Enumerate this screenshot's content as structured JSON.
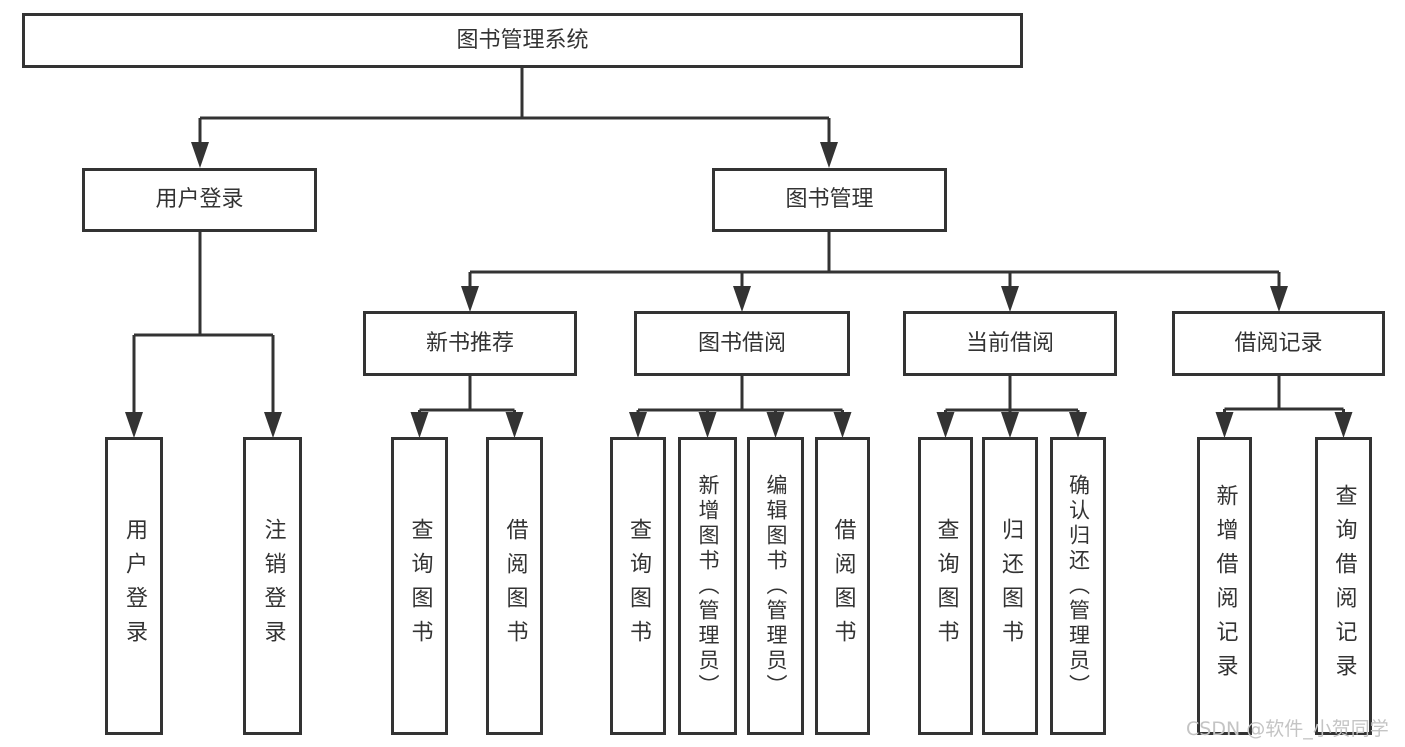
{
  "tree": {
    "root": {
      "label": "图书管理系统"
    },
    "children": [
      {
        "label": "用户登录",
        "children": [
          {
            "label": "用户登录"
          },
          {
            "label": "注销登录"
          }
        ]
      },
      {
        "label": "图书管理",
        "children": [
          {
            "label": "新书推荐",
            "children": [
              {
                "label": "查询图书"
              },
              {
                "label": "借阅图书"
              }
            ]
          },
          {
            "label": "图书借阅",
            "children": [
              {
                "label": "查询图书"
              },
              {
                "label": "新增图书（管理员）"
              },
              {
                "label": "编辑图书（管理员）"
              },
              {
                "label": "借阅图书"
              }
            ]
          },
          {
            "label": "当前借阅",
            "children": [
              {
                "label": "查询图书"
              },
              {
                "label": "归还图书"
              },
              {
                "label": "确认归还（管理员）"
              }
            ]
          },
          {
            "label": "借阅记录",
            "children": [
              {
                "label": "新增借阅记录"
              },
              {
                "label": "查询借阅记录"
              }
            ]
          }
        ]
      }
    ]
  },
  "watermark": "CSDN @软件_小贺同学",
  "colors": {
    "line": "#333333",
    "text": "#333333",
    "watermark": "#c4c4c4",
    "background": "#ffffff"
  }
}
